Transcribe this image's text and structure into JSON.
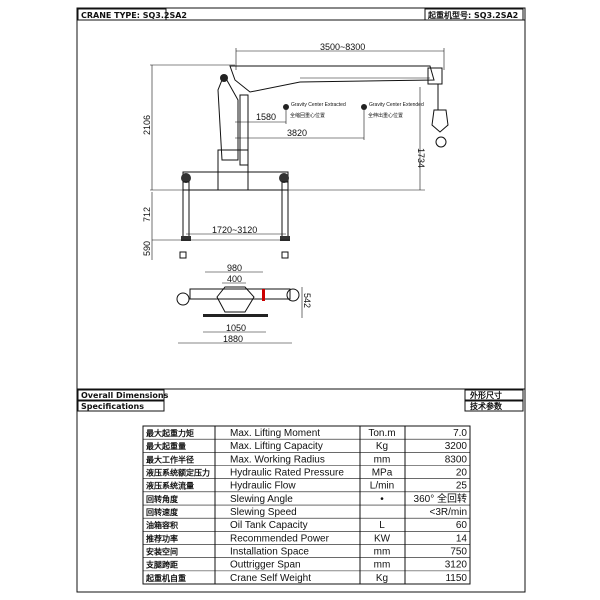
{
  "header": {
    "left": "CRANE TYPE: SQ3.2SA2",
    "right": "起重机型号: SQ3.2SA2"
  },
  "elevation": {
    "reach": "3500~8300",
    "height": "2106",
    "cg_retracted_en": "Gravity Center Extracted",
    "cg_retracted_cn": "全缩回重心位置",
    "cg_extended_en": "Gravity Center Extended",
    "cg_extended_cn": "全伸出重心位置",
    "cg1": "1580",
    "cg2": "3820",
    "hook_height": "1734",
    "outrigger_depth": "712",
    "ground": "590",
    "outrigger_span": "1720~3120"
  },
  "plan": {
    "d980": "980",
    "d400": "400",
    "d542": "542",
    "d1050": "1050",
    "d1880": "1880"
  },
  "sections": {
    "overall_en": "Overall Dimensions",
    "overall_cn": "外形尺寸",
    "spec_en": "Specifications",
    "spec_cn": "技术参数"
  },
  "specs": [
    {
      "cn": "最大起重力矩",
      "en": "Max. Lifting Moment",
      "unit": "Ton.m",
      "value": "7.0"
    },
    {
      "cn": "最大起重量",
      "en": "Max. Lifting Capacity",
      "unit": "Kg",
      "value": "3200"
    },
    {
      "cn": "最大工作半径",
      "en": "Max. Working Radius",
      "unit": "mm",
      "value": "8300"
    },
    {
      "cn": "液压系统额定压力",
      "en": "Hydraulic Rated Pressure",
      "unit": "MPa",
      "value": "20"
    },
    {
      "cn": "液压系统流量",
      "en": "Hydraulic Flow",
      "unit": "L/min",
      "value": "25"
    },
    {
      "cn": "回转角度",
      "en": "Slewing Angle",
      "unit": "•",
      "value": "360° 全回转"
    },
    {
      "cn": "回转速度",
      "en": "Slewing Speed",
      "unit": "",
      "value": "<3R/min"
    },
    {
      "cn": "油箱容积",
      "en": "Oil Tank Capacity",
      "unit": "L",
      "value": "60"
    },
    {
      "cn": "推荐功率",
      "en": "Recommended Power",
      "unit": "KW",
      "value": "14"
    },
    {
      "cn": "安装空间",
      "en": "Installation Space",
      "unit": "mm",
      "value": "750"
    },
    {
      "cn": "支腿跨距",
      "en": "Outtrigger Span",
      "unit": "mm",
      "value": "3120"
    },
    {
      "cn": "起重机自重",
      "en": "Crane Self Weight",
      "unit": "Kg",
      "value": "1150"
    }
  ]
}
